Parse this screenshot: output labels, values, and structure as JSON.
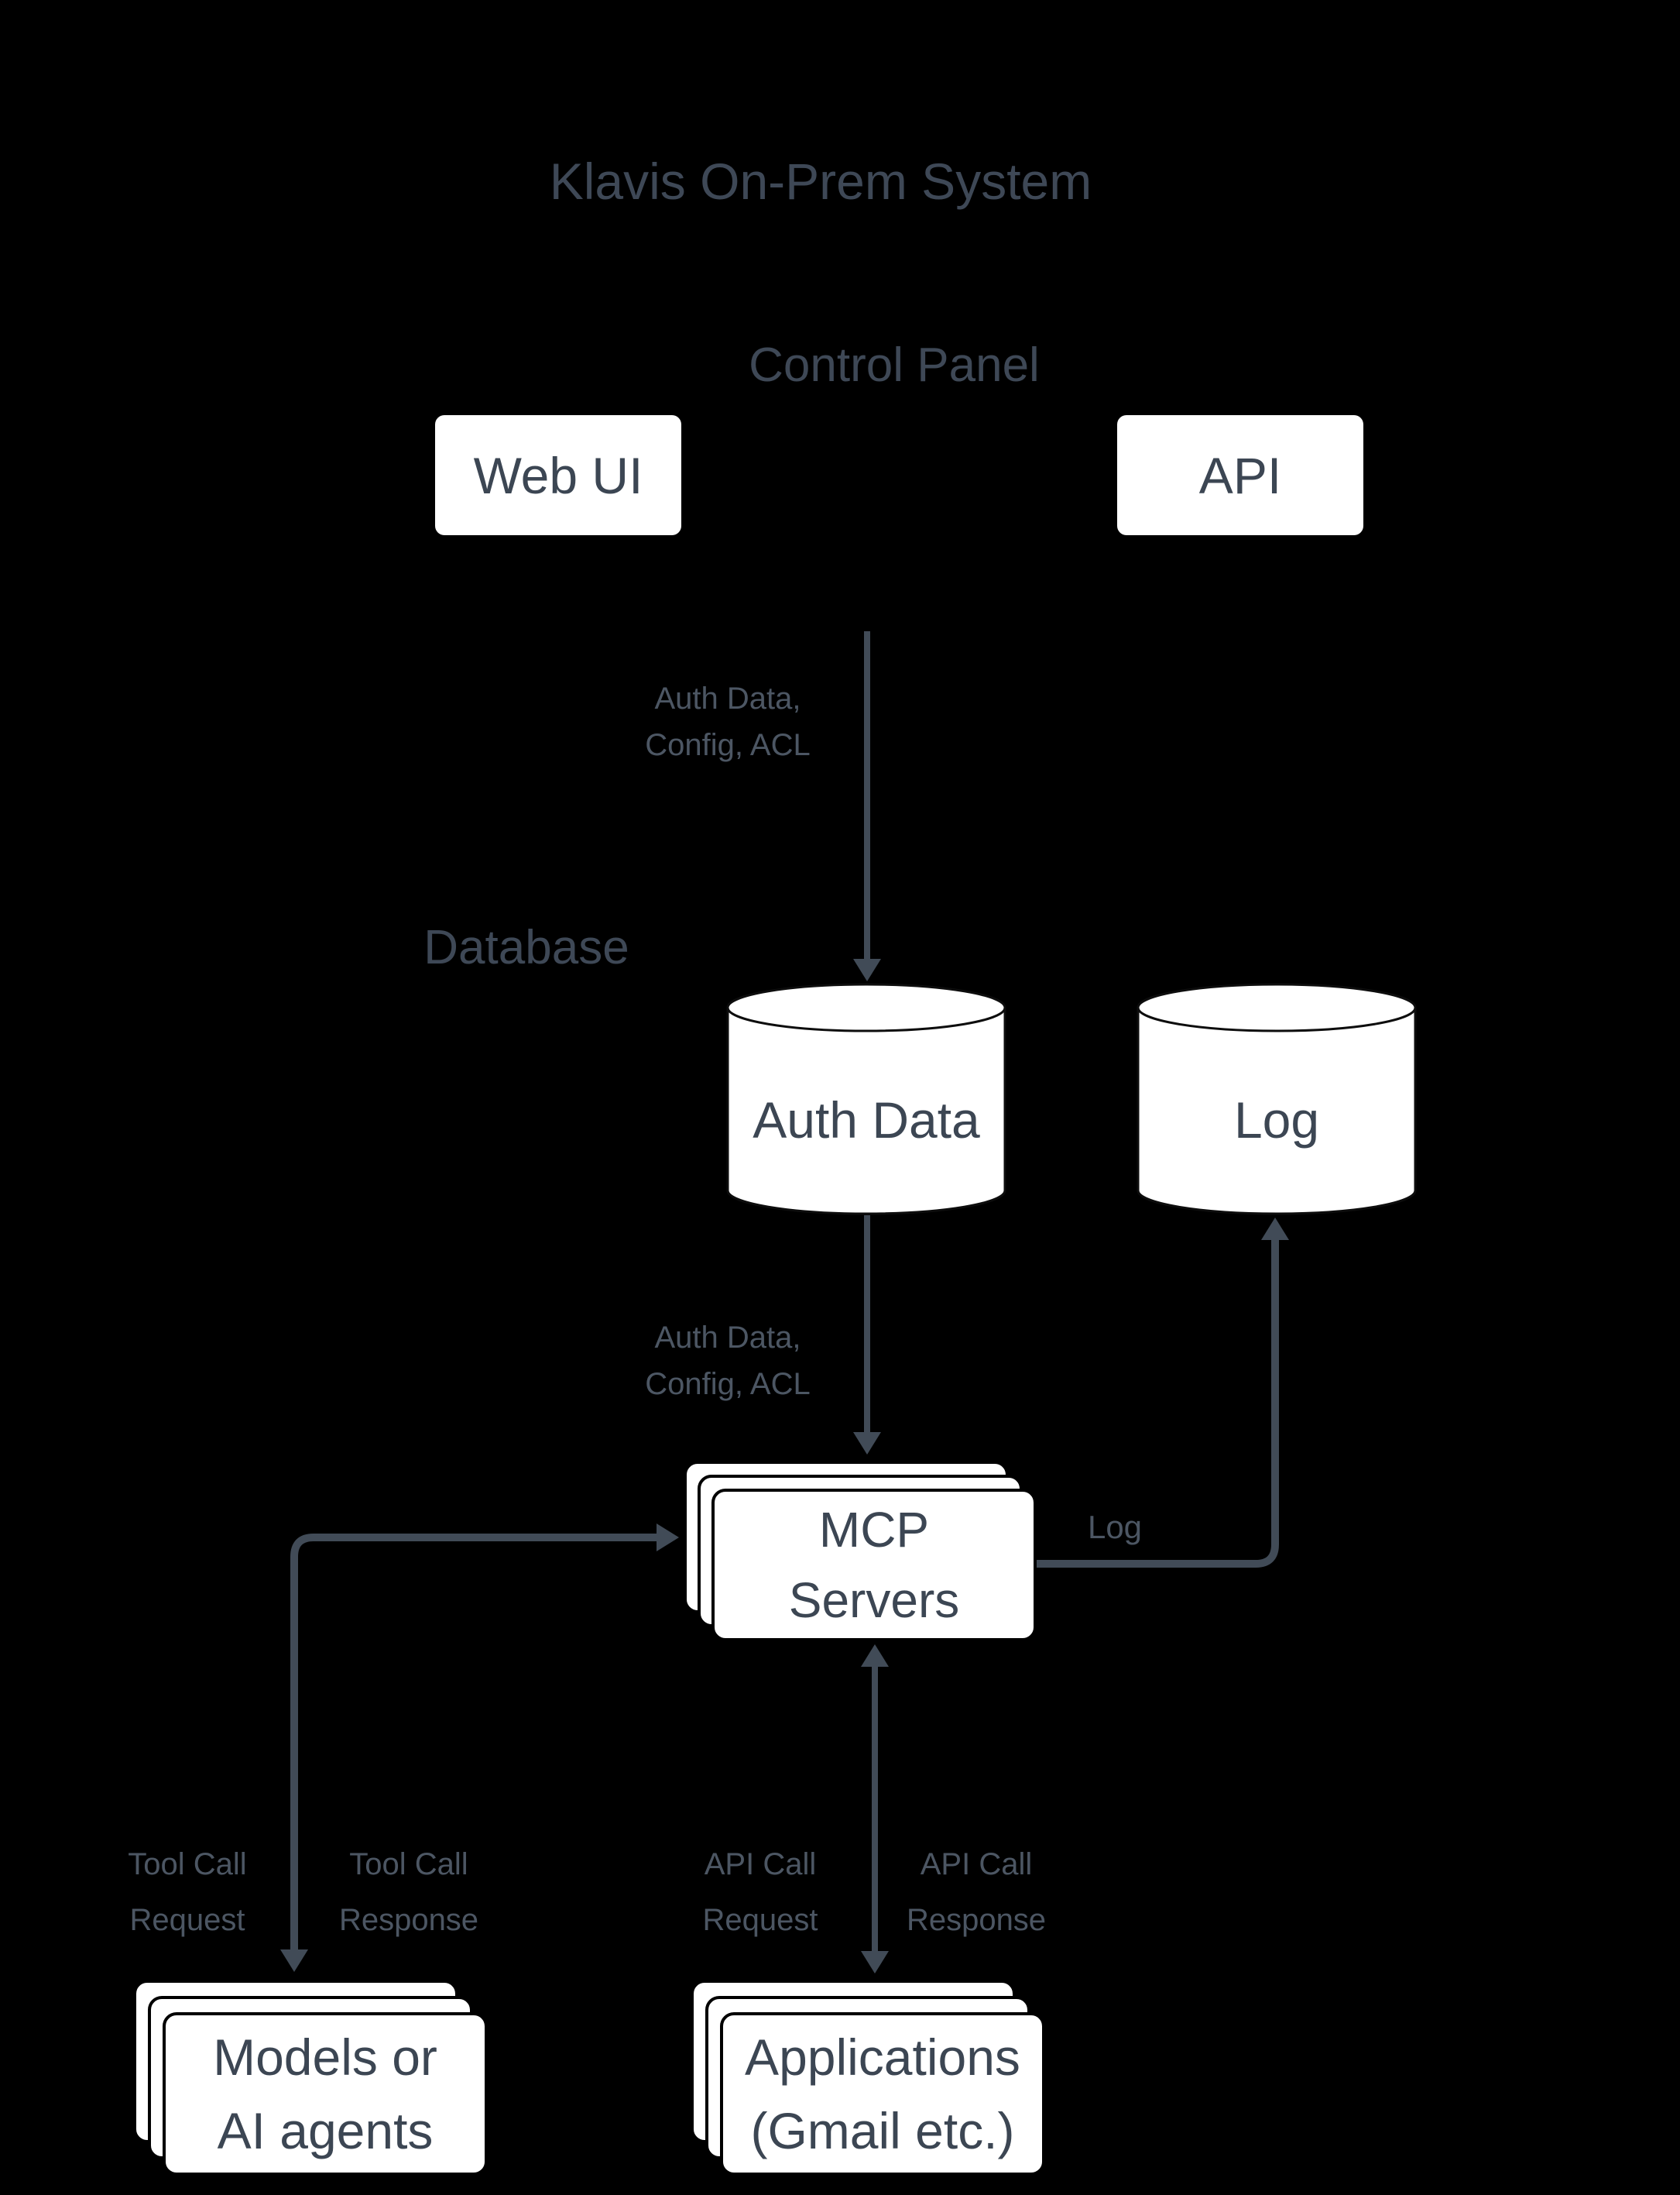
{
  "title": "Klavis On-Prem System",
  "sections": {
    "control_panel": {
      "label": "Control Panel"
    },
    "database": {
      "label": "Database"
    }
  },
  "nodes": {
    "web_ui": {
      "label": "Web UI"
    },
    "api": {
      "label": "API"
    },
    "auth_data_db": {
      "label": "Auth Data"
    },
    "log_db": {
      "label": "Log"
    },
    "mcp_servers": {
      "line1": "MCP",
      "line2": "Servers"
    },
    "models": {
      "line1": "Models or",
      "line2": "AI agents"
    },
    "applications": {
      "line1": "Applications",
      "line2": "(Gmail etc.)"
    }
  },
  "edges": {
    "cp_to_auth": {
      "line1": "Auth Data,",
      "line2": "Config, ACL"
    },
    "auth_to_mcp": {
      "line1": "Auth Data,",
      "line2": "Config, ACL"
    },
    "mcp_to_log": {
      "label": "Log"
    },
    "tool_request": {
      "line1": "Tool Call",
      "line2": "Request"
    },
    "tool_response": {
      "line1": "Tool Call",
      "line2": "Response"
    },
    "api_request": {
      "line1": "API Call",
      "line2": "Request"
    },
    "api_response": {
      "line1": "API Call",
      "line2": "Response"
    }
  },
  "colors": {
    "background": "#000000",
    "node_fill": "#ffffff",
    "node_text": "#3c4653",
    "heading_text": "#3e4856",
    "edge_label_text": "#4c5663",
    "arrow": "#414b57",
    "cylinder_outline": "#0d0d0d"
  }
}
